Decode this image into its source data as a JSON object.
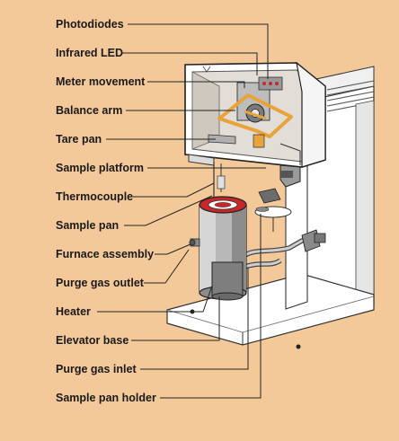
{
  "labels": [
    "Photodiodes",
    "Infrared LED",
    "Meter movement",
    "Balance arm",
    "Tare pan",
    "Sample platform",
    "Thermocouple",
    "Sample pan",
    "Furnace assembly",
    "Purge gas outlet",
    "Heater",
    "Elevator base",
    "Purge gas inlet",
    "Sample pan holder"
  ],
  "colors": {
    "background": "#f4c99a",
    "instrument_body": "#ffffff",
    "housing_shadow": "#d8d0c8",
    "furnace_top": "#c62828",
    "balance_arm": "#e8a33c",
    "metal": "#9a9a9a"
  }
}
